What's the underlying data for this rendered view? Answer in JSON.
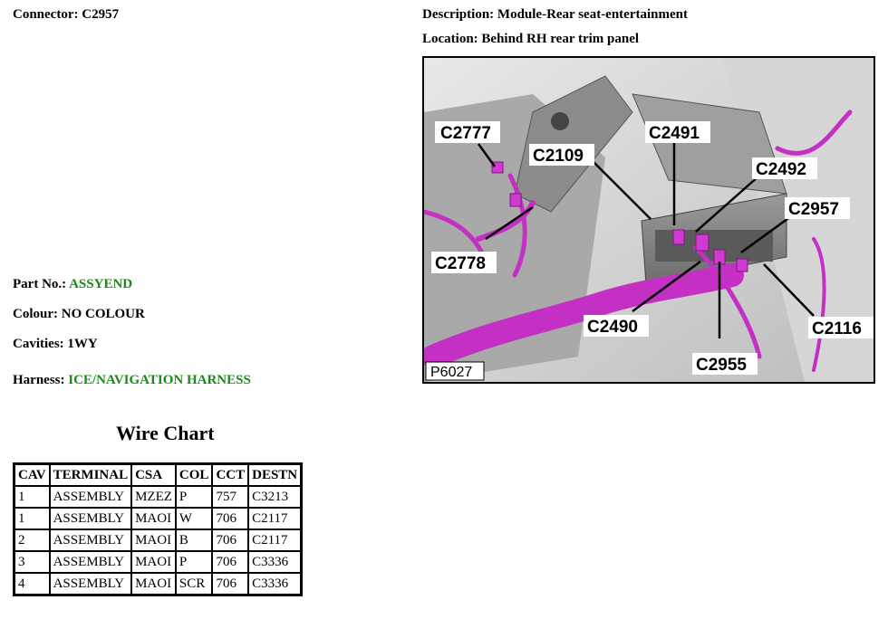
{
  "connector": {
    "label": "Connector:",
    "value": "C2957"
  },
  "description": {
    "label": "Description:",
    "value": "Module-Rear seat-entertainment"
  },
  "location": {
    "label": "Location:",
    "value": "Behind RH rear trim panel"
  },
  "part_no": {
    "label": "Part No.:",
    "value": "ASSYEND"
  },
  "colour": {
    "label": "Colour:",
    "value": "NO COLOUR"
  },
  "cavities": {
    "label": "Cavities:",
    "value": "1WY"
  },
  "harness": {
    "label": "Harness:",
    "value": "ICE/NAVIGATION HARNESS"
  },
  "wire_chart": {
    "title": "Wire Chart",
    "headers": [
      "CAV",
      "TERMINAL",
      "CSA",
      "COL",
      "CCT",
      "DESTN"
    ],
    "rows": [
      [
        "1",
        "ASSEMBLY",
        "MZEZ",
        "P",
        "757",
        "C3213"
      ],
      [
        "1",
        "ASSEMBLY",
        "MAOI",
        "W",
        "706",
        "C2117"
      ],
      [
        "2",
        "ASSEMBLY",
        "MAOI",
        "B",
        "706",
        "C2117"
      ],
      [
        "3",
        "ASSEMBLY",
        "MAOI",
        "P",
        "706",
        "C3336"
      ],
      [
        "4",
        "ASSEMBLY",
        "MAOI",
        "SCR",
        "706",
        "C3336"
      ]
    ]
  },
  "figure": {
    "id": "P6027",
    "callouts": [
      "C2777",
      "C2109",
      "C2491",
      "C2492",
      "C2957",
      "C2778",
      "C2490",
      "C2955",
      "C2116"
    ],
    "harness_color": "#c42fc4"
  }
}
